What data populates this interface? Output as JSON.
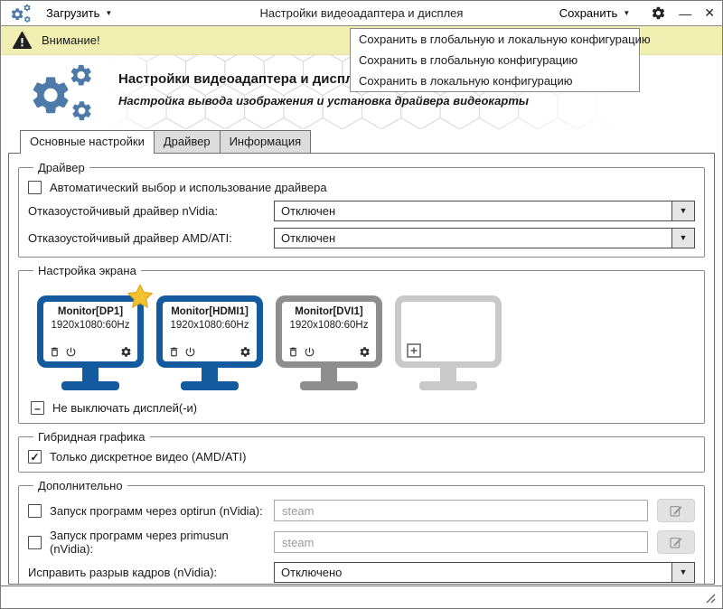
{
  "titlebar": {
    "load_label": "Загрузить",
    "title": "Настройки видеоадаптера и дисплея",
    "save_label": "Сохранить"
  },
  "banner": {
    "text": "Внимание!"
  },
  "save_menu": {
    "items": [
      "Сохранить в глобальную и локальную конфигурацию",
      "Сохранить в глобальную конфигурацию",
      "Сохранить в локальную конфигурацию"
    ]
  },
  "header": {
    "title": "Настройки видеоадаптера и дисплея",
    "subtitle": "Настройка вывода изображения и установка драйвера видеокарты"
  },
  "tabs": {
    "main": "Основные настройки",
    "driver": "Драйвер",
    "info": "Информация"
  },
  "groups": {
    "driver": {
      "legend": "Драйвер",
      "auto_driver_label": "Автоматический выбор и использование драйвера",
      "auto_driver_checked": false,
      "nvidia_failsafe_label": "Отказоустойчивый драйвер nVidia:",
      "nvidia_failsafe_value": "Отключен",
      "amd_failsafe_label": "Отказоустойчивый драйвер AMD/ATI:",
      "amd_failsafe_value": "Отключен"
    },
    "screen": {
      "legend": "Настройка экрана",
      "monitors": [
        {
          "name": "Monitor[DP1]",
          "resolution": "1920x1080:60Hz",
          "color": "#135a9e",
          "primary": true,
          "empty": false
        },
        {
          "name": "Monitor[HDMI1]",
          "resolution": "1920x1080:60Hz",
          "color": "#135a9e",
          "primary": false,
          "empty": false
        },
        {
          "name": "Monitor[DVI1]",
          "resolution": "1920x1080:60Hz",
          "color": "#8e8e8e",
          "primary": false,
          "empty": false
        },
        {
          "name": "",
          "resolution": "",
          "color": "#c9c9c9",
          "primary": false,
          "empty": true
        }
      ],
      "keep_on_label": "Не выключать дисплей(-и)",
      "keep_on_state": "indeterminate"
    },
    "hybrid": {
      "legend": "Гибридная графика",
      "discrete_only_label": "Только дискретное видео (AMD/ATI)",
      "discrete_only_checked": true
    },
    "extra": {
      "legend": "Дополнительно",
      "optirun_label": "Запуск программ через optirun (nVidia):",
      "optirun_placeholder": "steam",
      "optirun_checked": false,
      "primusun_label": "Запуск программ через primusun (nVidia):",
      "primusun_placeholder": "steam",
      "primusun_checked": false,
      "tearing_label": "Исправить разрыв кадров (nVidia):",
      "tearing_value": "Отключено"
    }
  },
  "glyphs": {
    "chevron_down": "▼",
    "check": "✓",
    "dash": "–",
    "minimize": "—",
    "close": "✕"
  },
  "colors": {
    "banner_bg": "#f0eeb0",
    "monitor_blue": "#135a9e",
    "monitor_gray": "#8e8e8e",
    "monitor_empty": "#c9c9c9",
    "logo_blue": "#4d7aa9",
    "star_gold": "#f2c230"
  }
}
